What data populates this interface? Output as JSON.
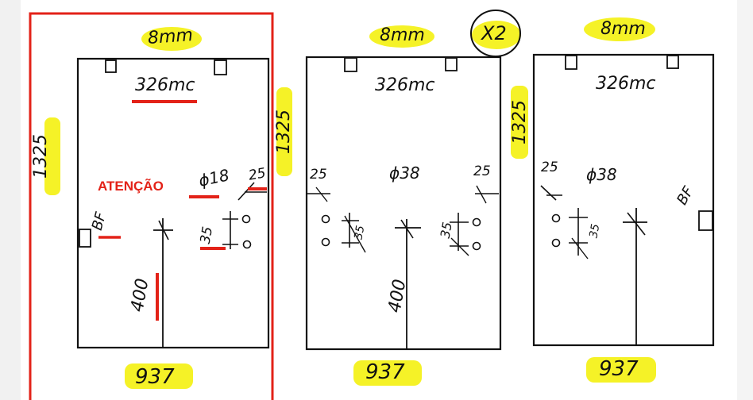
{
  "colors": {
    "paper": "#ffffff",
    "ink": "#111111",
    "highlight": "#f5f227",
    "warning": "#e32218"
  },
  "quantity_note": "X2",
  "warning_label": "ATENÇÃO",
  "panels": [
    {
      "thickness": "8mm",
      "height": "1325",
      "width": "937",
      "code": "326mc",
      "hole_diameter": "ϕ18",
      "edge_offset": "25",
      "pitch": "35",
      "label": "BF",
      "position": "400"
    },
    {
      "thickness": "8mm",
      "height": "1325",
      "width": "937",
      "code": "326mc",
      "hole_diameter": "ϕ38",
      "edge_offset_left": "25",
      "edge_offset_right": "25",
      "pitch_left": "35",
      "pitch_right": "35",
      "position": "400"
    },
    {
      "thickness": "8mm",
      "height": "1325",
      "width": "937",
      "code": "326mc",
      "hole_diameter": "ϕ38",
      "edge_offset": "25",
      "pitch": "35",
      "label": "BF"
    }
  ]
}
